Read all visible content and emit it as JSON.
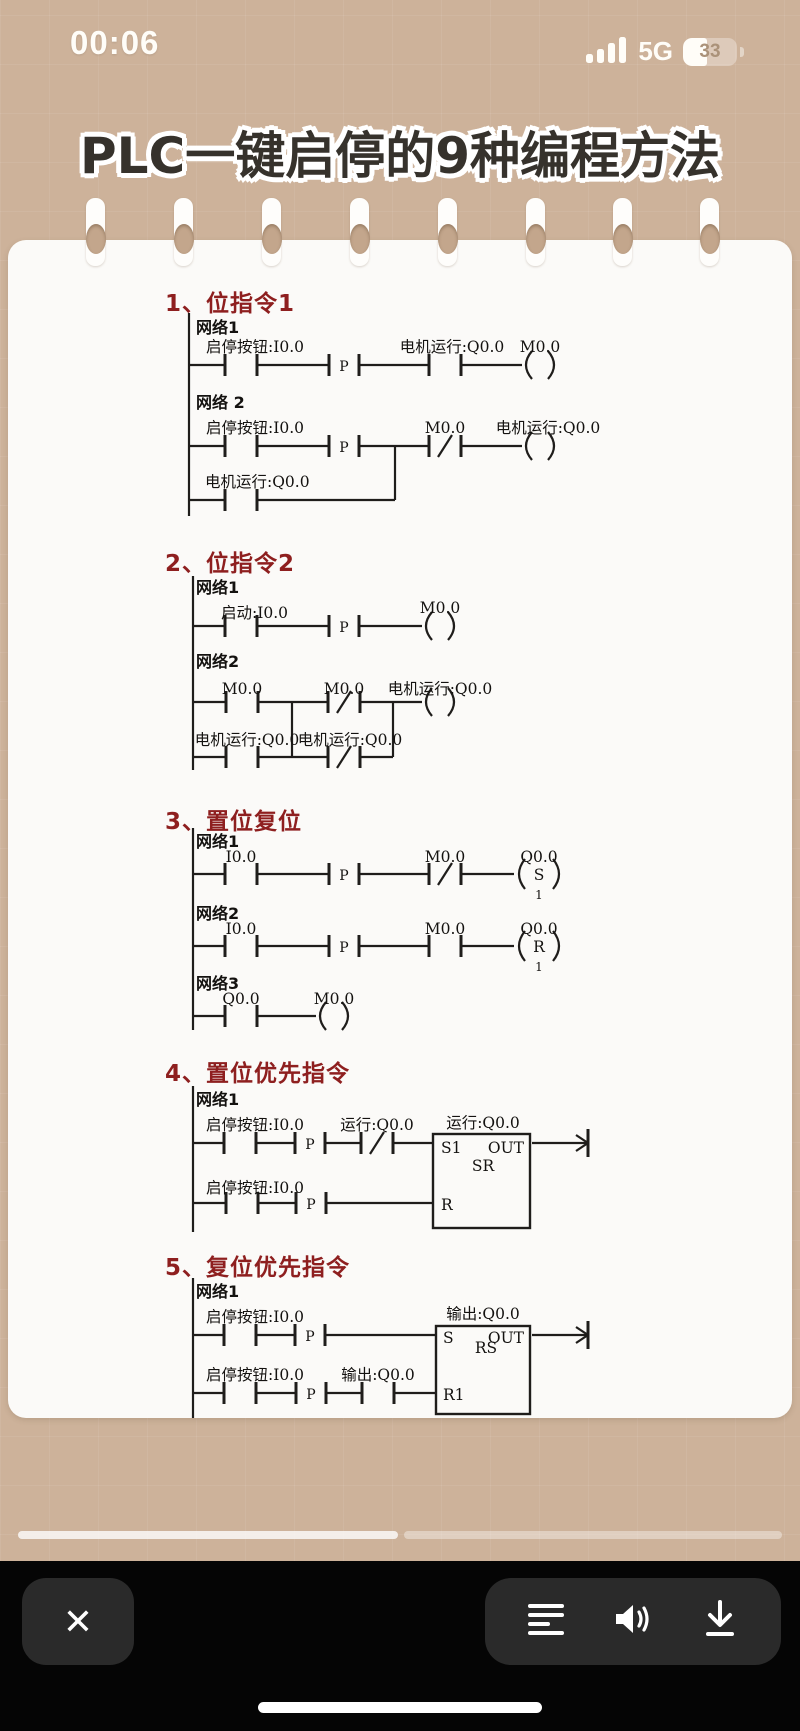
{
  "status_bar": {
    "time": "00:06",
    "network": "5G",
    "battery_percent": "33"
  },
  "title": "PLC一键启停的9种编程方法",
  "colors": {
    "background": "#cdb29a",
    "page": "#fbfaf8",
    "heading_red": "#8e1f1f",
    "ink": "#1f1d1b",
    "toolbar_black": "#050505",
    "button_gray": "#2a2a2a"
  },
  "sections": [
    {
      "heading": "1、位指令1",
      "networks": {
        "n1": {
          "label": "网络1",
          "c1": "启停按钮:I0.0",
          "p": "P",
          "c2": "电机运行:Q0.0",
          "coil": "M0.0"
        },
        "n2": {
          "label": "网络 2",
          "c1": "启停按钮:I0.0",
          "p": "P",
          "nc": "M0.0",
          "coil": "电机运行:Q0.0",
          "branch": "电机运行:Q0.0"
        }
      }
    },
    {
      "heading": "2、位指令2",
      "networks": {
        "n1": {
          "label": "网络1",
          "c1": "启动:I0.0",
          "p": "P",
          "coil": "M0.0"
        },
        "n2": {
          "label": "网络2",
          "c1": "M0.0",
          "nc": "M0.0",
          "coil": "电机运行:Q0.0",
          "b1": "电机运行:Q0.0",
          "b2": "电机运行:Q0.0"
        }
      }
    },
    {
      "heading": "3、置位复位",
      "networks": {
        "n1": {
          "label": "网络1",
          "c1": "I0.0",
          "p": "P",
          "nc": "M0.0",
          "coil": "Q0.0",
          "letter": "S",
          "sub": "1"
        },
        "n2": {
          "label": "网络2",
          "c1": "I0.0",
          "p": "P",
          "c2": "M0.0",
          "coil": "Q0.0",
          "letter": "R",
          "sub": "1"
        },
        "n3": {
          "label": "网络3",
          "c1": "Q0.0",
          "coil": "M0.0"
        }
      }
    },
    {
      "heading": "4、置位优先指令",
      "networks": {
        "n1": {
          "label": "网络1",
          "c1": "启停按钮:I0.0",
          "p": "P",
          "nc": "运行:Q0.0",
          "box_label": "运行:Q0.0",
          "s": "S1",
          "out": "OUT",
          "type": "SR",
          "r": "R",
          "c1b": "启停按钮:I0.0",
          "pb": "P"
        }
      }
    },
    {
      "heading": "5、复位优先指令",
      "networks": {
        "n1": {
          "label": "网络1",
          "c1": "启停按钮:I0.0",
          "p": "P",
          "box_label": "输出:Q0.0",
          "s": "S",
          "out": "OUT",
          "type": "RS",
          "r": "R1",
          "c1b": "启停按钮:I0.0",
          "pb": "P",
          "c2b": "输出:Q0.0"
        }
      }
    }
  ],
  "progress": {
    "played_ratio": 0.49
  },
  "toolbar": {
    "close_label": "✕"
  }
}
